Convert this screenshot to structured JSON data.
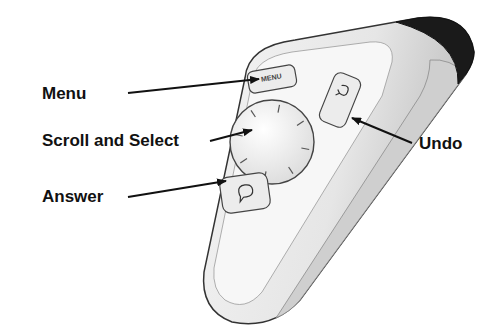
{
  "diagram": {
    "labels": [
      "Menu",
      "Scroll and Select",
      "Answer",
      "Undo",
      "MENU"
    ]
  }
}
